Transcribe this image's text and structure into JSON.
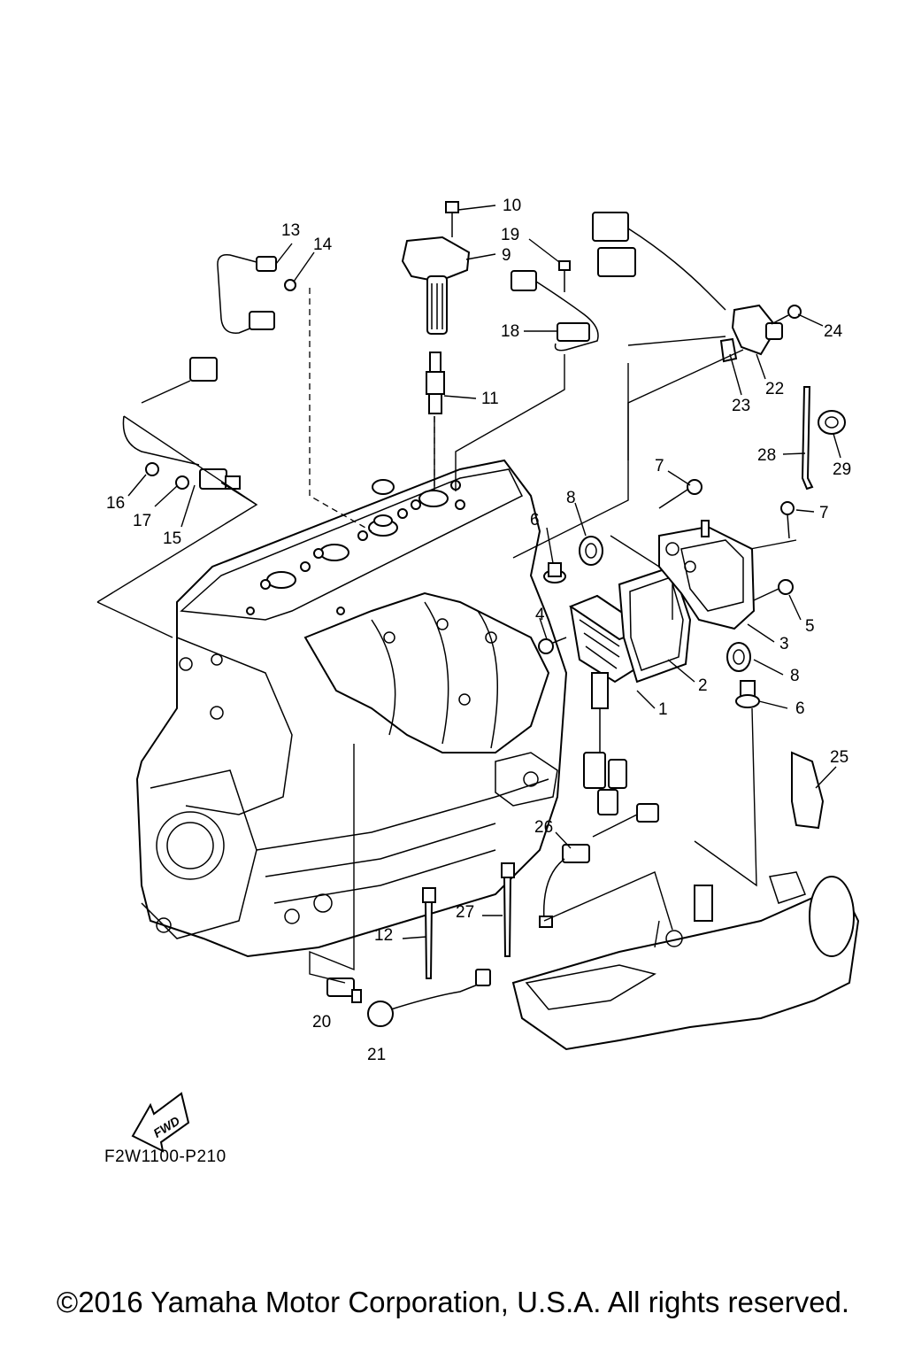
{
  "diagram": {
    "part_code": "F2W1100-P210",
    "copyright": "©2016 Yamaha Motor Corporation, U.S.A. All rights reserved.",
    "fwd_label": "FWD",
    "callouts": [
      "1",
      "2",
      "3",
      "4",
      "5",
      "6",
      "6",
      "7",
      "7",
      "8",
      "8",
      "9",
      "10",
      "11",
      "12",
      "13",
      "14",
      "15",
      "16",
      "17",
      "18",
      "19",
      "20",
      "21",
      "22",
      "23",
      "24",
      "25",
      "26",
      "27",
      "28",
      "29"
    ]
  }
}
